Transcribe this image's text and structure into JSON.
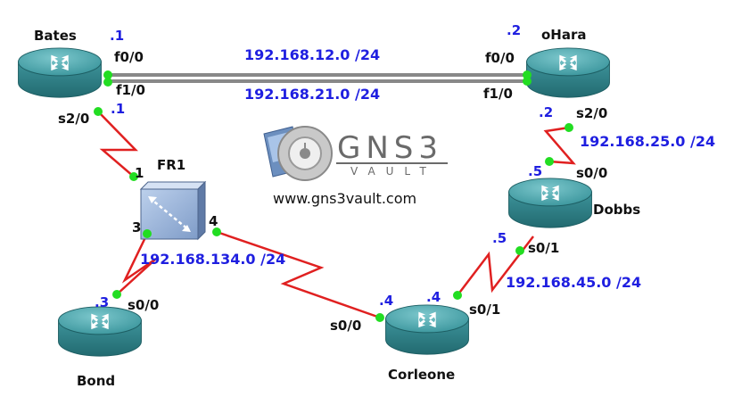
{
  "routers": {
    "bates": "Bates",
    "ohara": "oHara",
    "dobbs": "Dobbs",
    "bond": "Bond",
    "corleone": "Corleone"
  },
  "switch": {
    "name": "FR1",
    "port1": "1",
    "port3": "3",
    "port4": "4"
  },
  "networks": {
    "net12": "192.168.12.0 /24",
    "net21": "192.168.21.0 /24",
    "net25": "192.168.25.0 /24",
    "net134": "192.168.134.0 /24",
    "net45": "192.168.45.0 /24"
  },
  "interfaces": {
    "bates_f00": "f0/0",
    "bates_f10": "f1/0",
    "bates_s20": "s2/0",
    "ohara_f00": "f0/0",
    "ohara_f10": "f1/0",
    "ohara_s20": "s2/0",
    "dobbs_s00": "s0/0",
    "dobbs_s01": "s0/1",
    "bond_s00": "s0/0",
    "corleone_s00": "s0/0",
    "corleone_s01": "s0/1"
  },
  "host_ids": {
    "bates_f": ".1",
    "bates_s": ".1",
    "ohara_f": ".2",
    "ohara_s": ".2",
    "dobbs_s00": ".5",
    "dobbs_s01": ".5",
    "bond": ".3",
    "corleone_s00": ".4",
    "corleone_s01": ".4"
  },
  "logo": {
    "name": "GNS3",
    "sub": "VAULT",
    "url": "www.gns3vault.com"
  },
  "colors": {
    "serial_link": "#e02020",
    "ethernet_link": "#111111",
    "port_dot": "#22dd22",
    "router_top": "#3f9ea6",
    "router_side": "#2f7f86",
    "ip_text": "#1f1fe0"
  }
}
